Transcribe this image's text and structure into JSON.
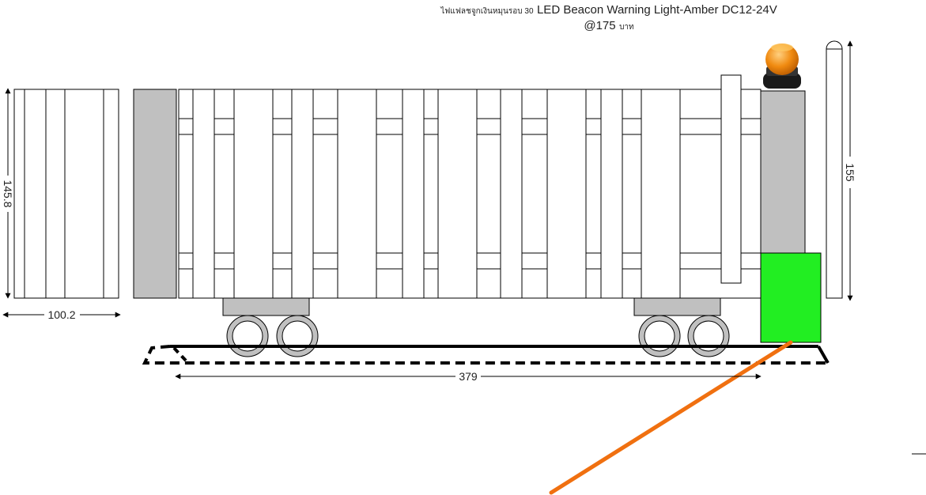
{
  "caption": {
    "line1_thai": "ไฟแฟลชจูกเงินหมุนรอบ 30",
    "line1_name": "LED Beacon Warning Light-Amber DC12-24V",
    "line2_price": "@175",
    "line2_unit": "บาท"
  },
  "dimensions": {
    "left_panel_height": "145.8",
    "left_panel_width": "100.2",
    "track_length": "379",
    "post_height": "155"
  },
  "colors": {
    "beacon_amber": "#f08a10",
    "motor_box": "#22ee22",
    "cable": "#f07010",
    "panel_gray": "#c0c0c0"
  }
}
